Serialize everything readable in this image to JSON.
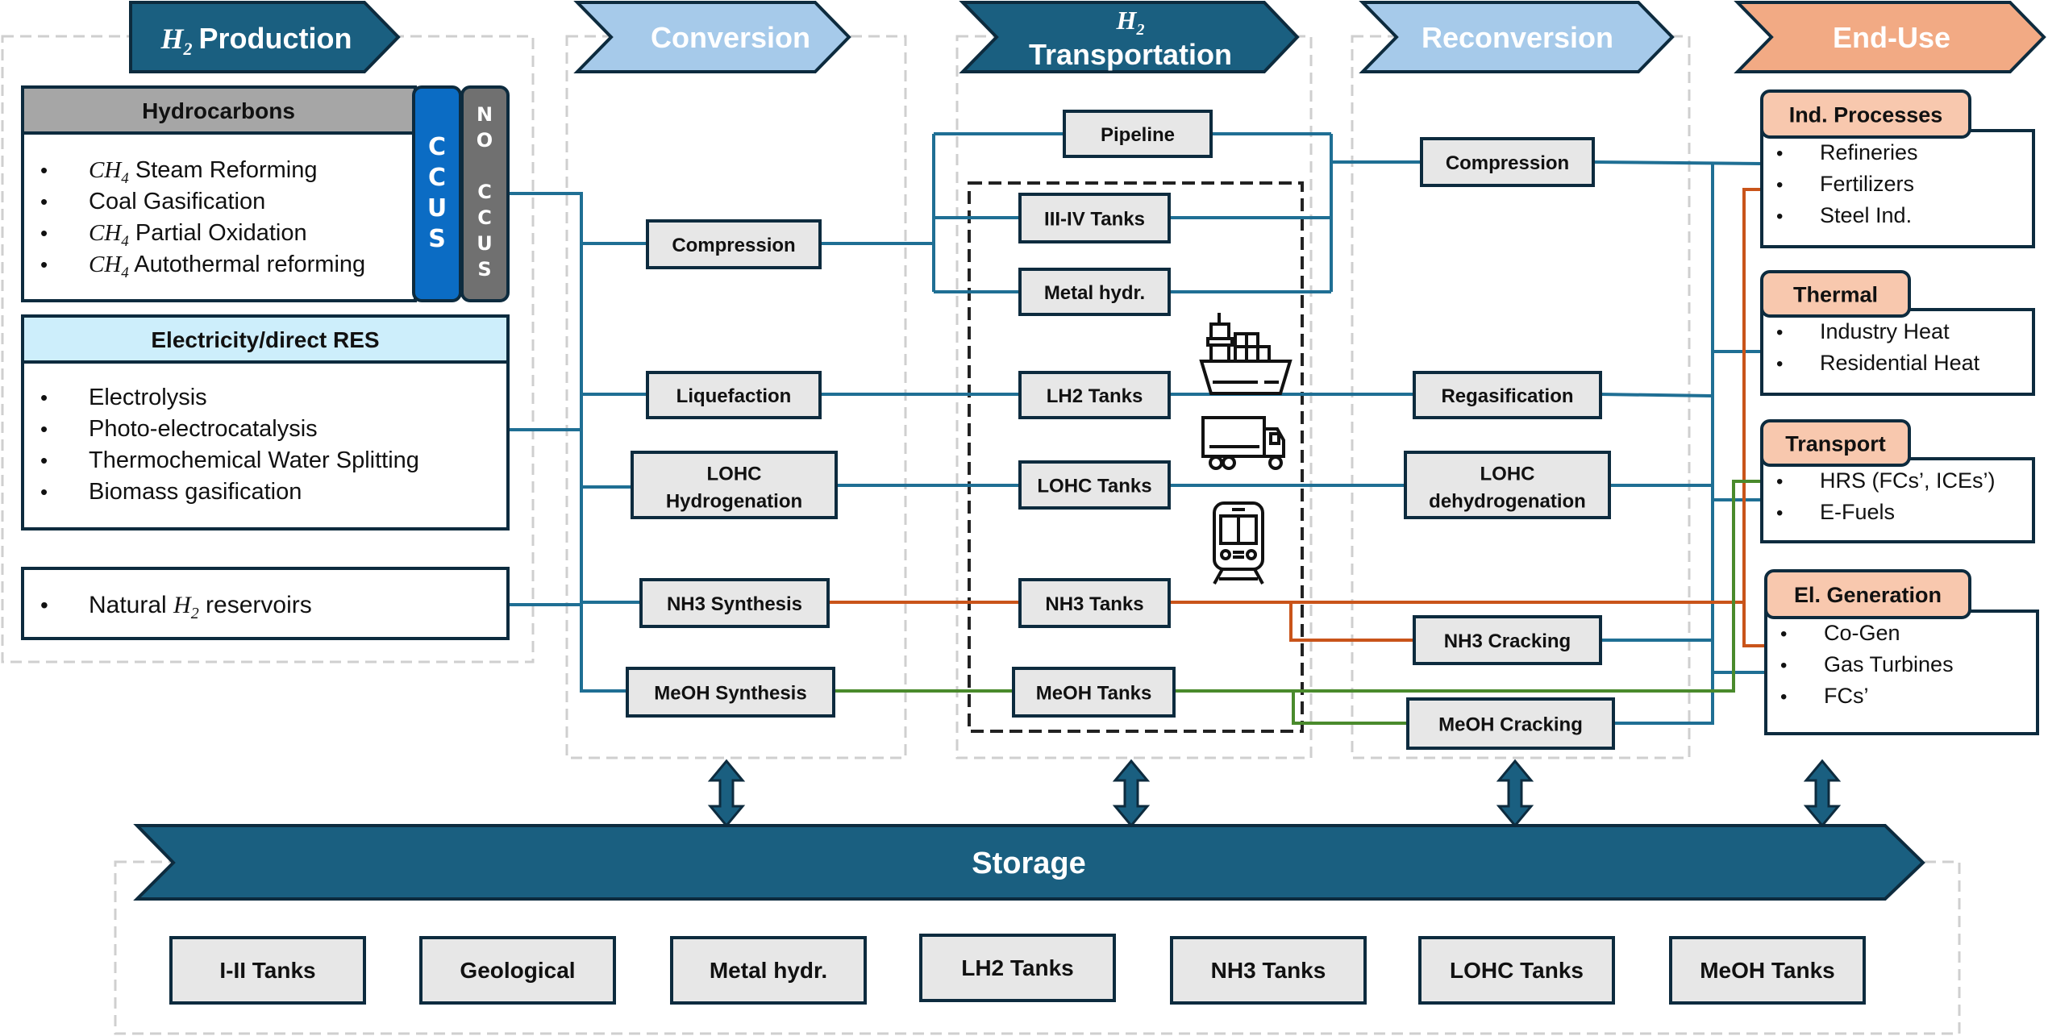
{
  "colors": {
    "dark_teal": "#1a5f80",
    "light_blue": "#a6caea",
    "salmon": "#f2aa84",
    "salmon_light": "#f8c8ae",
    "box_fill": "#e7e7e7",
    "box_border": "#0d2b3e",
    "line_blue": "#1f6f94",
    "line_orange": "#c9541a",
    "line_green": "#4a8a2c",
    "ccus_blue": "#0b6cc4",
    "noccus_gray": "#707070",
    "hydrocarbons_header": "#a6a6a6",
    "electricity_header": "#cdeefb",
    "dashed_gray": "#cfcfcf"
  },
  "stages": {
    "production": {
      "prefix": "H",
      "sub": "2",
      "label": "Production"
    },
    "conversion": {
      "label": "Conversion"
    },
    "transportation": {
      "prefix": "H",
      "sub": "2",
      "label": "Transportation"
    },
    "reconversion": {
      "label": "Reconversion"
    },
    "end_use": {
      "label": "End-Use"
    },
    "storage": {
      "label": "Storage"
    }
  },
  "production": {
    "hydrocarbons": {
      "title": "Hydrocarbons",
      "items": [
        {
          "math": "CH",
          "sub": "4",
          "text": " Steam Reforming"
        },
        {
          "math": "",
          "sub": "",
          "text": "Coal Gasification"
        },
        {
          "math": "CH",
          "sub": "4",
          "text": " Partial Oxidation"
        },
        {
          "math": "CH",
          "sub": "4",
          "text": " Autothermal reforming"
        }
      ],
      "ccus_letters": [
        "C",
        "C",
        "U",
        "S"
      ],
      "no_ccus_letters": [
        "N",
        "O",
        "",
        "C",
        "C",
        "U",
        "S"
      ]
    },
    "electricity": {
      "title": "Electricity/direct RES",
      "items": [
        "Electrolysis",
        "Photo-electrocatalysis",
        "Thermochemical Water Splitting",
        "Biomass gasification"
      ]
    },
    "natural": {
      "prefix": "Natural ",
      "math": "H",
      "sub": "2",
      "suffix": " reservoirs"
    }
  },
  "conversion": {
    "compression": "Compression",
    "liquefaction": "Liquefaction",
    "lohc_hydrogenation": [
      "LOHC",
      "Hydrogenation"
    ],
    "nh3_synthesis": "NH3 Synthesis",
    "meoh_synthesis": "MeOH Synthesis"
  },
  "transportation": {
    "pipeline": "Pipeline",
    "iii_iv_tanks": "III-IV Tanks",
    "metal_hydr": "Metal hydr.",
    "lh2_tanks": "LH2 Tanks",
    "lohc_tanks": "LOHC Tanks",
    "nh3_tanks": "NH3 Tanks",
    "meoh_tanks": "MeOH Tanks",
    "icons": [
      "ship-icon",
      "truck-icon",
      "train-icon"
    ]
  },
  "reconversion": {
    "compression": "Compression",
    "regasification": "Regasification",
    "lohc_dehydrogenation": [
      "LOHC",
      "dehydrogenation"
    ],
    "nh3_cracking": "NH3 Cracking",
    "meoh_cracking": "MeOH Cracking"
  },
  "end_use": {
    "ind_processes": {
      "title": "Ind. Processes",
      "items": [
        "Refineries",
        "Fertilizers",
        "Steel Ind."
      ]
    },
    "thermal": {
      "title": "Thermal",
      "items": [
        "Industry Heat",
        "Residential Heat"
      ]
    },
    "transport": {
      "title": "Transport",
      "items": [
        "HRS (FCs’, ICEs’)",
        "E-Fuels"
      ]
    },
    "el_generation": {
      "title": "El. Generation",
      "items": [
        "Co-Gen",
        "Gas Turbines",
        "FCs’"
      ]
    }
  },
  "storage": {
    "items": [
      "I-II Tanks",
      "Geological",
      "Metal hydr.",
      "LH2 Tanks",
      "NH3 Tanks",
      "LOHC Tanks",
      "MeOH Tanks"
    ]
  },
  "bullet": "•"
}
